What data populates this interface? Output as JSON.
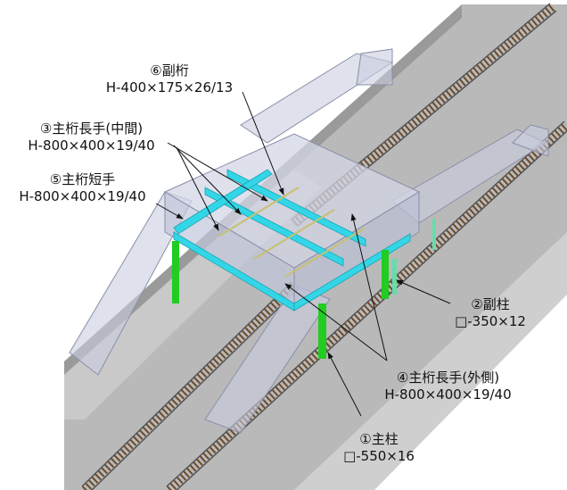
{
  "labels": [
    {
      "id": "sub-girder",
      "title": "⑥副桁",
      "spec": "H-400×175×26/13"
    },
    {
      "id": "main-girder-long-middle",
      "title": "③主桁長手(中間)",
      "spec": "H-800×400×19/40"
    },
    {
      "id": "main-girder-short",
      "title": "⑤主桁短手",
      "spec": "H-800×400×19/40"
    },
    {
      "id": "sub-column",
      "title": "②副柱",
      "spec": "□-350×12"
    },
    {
      "id": "main-girder-long-outer",
      "title": "④主桁長手(外側)",
      "spec": "H-800×400×19/40"
    },
    {
      "id": "main-column",
      "title": "①主柱",
      "spec": "□-550×16"
    }
  ],
  "colors": {
    "girder": "#33d6e6",
    "column": "#22cc22",
    "sub_column": "#66ddaa",
    "ground": "#b4b4b4",
    "platform": "#c8c8c8",
    "glass": "#c9cde0",
    "rail": "#6b4a2a"
  }
}
